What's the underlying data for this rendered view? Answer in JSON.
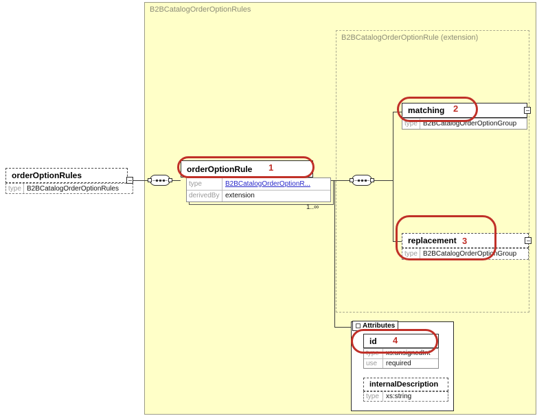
{
  "regions": {
    "outer_label": "B2BCatalogOrderOptionRules",
    "inner_label": "B2BCatalogOrderOptionRule",
    "inner_suffix": "(extension)"
  },
  "nodes": {
    "orderOptionRules": {
      "title": "orderOptionRules",
      "type_label": "type",
      "type_value": "B2BCatalogOrderOptionRules"
    },
    "orderOptionRule": {
      "title": "orderOptionRule",
      "annotation": "1",
      "type_label": "type",
      "type_value": "B2BCatalogOrderOptionR...",
      "derived_label": "derivedBy",
      "derived_value": "extension",
      "multiplicity": "1..∞"
    },
    "matching": {
      "title": "matching",
      "annotation": "2",
      "type_label": "type",
      "type_value": "B2BCatalogOrderOptionGroup"
    },
    "replacement": {
      "title": "replacement",
      "annotation": "3",
      "type_label": "type",
      "type_value": "B2BCatalogOrderOptionGroup"
    },
    "attributes_group": {
      "label": "Attributes"
    },
    "id": {
      "title": "id",
      "annotation": "4",
      "type_label": "type",
      "type_value": "xs:unsignedInt",
      "use_label": "use",
      "use_value": "required"
    },
    "internalDescription": {
      "title": "internalDescription",
      "type_label": "type",
      "type_value": "xs:string"
    }
  },
  "colors": {
    "region_fill": "#ffffc8",
    "annotation_red": "#c03028",
    "link_blue": "#2626c9"
  }
}
